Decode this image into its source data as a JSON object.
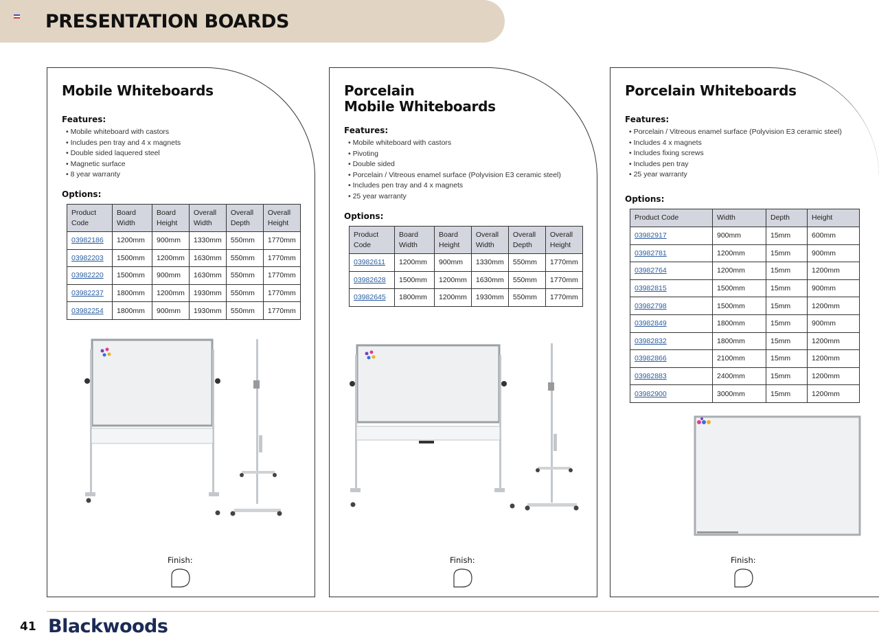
{
  "header": {
    "title": "PRESENTATION BOARDS"
  },
  "colors": {
    "header_band": "#e2d4c3",
    "table_header": "#d3d6de",
    "link": "#2a5d9f",
    "brand": "#1b2a55",
    "footer_rule": "#e9a87c"
  },
  "sections": [
    {
      "title_line1": "Mobile Whiteboards",
      "title_line2": "",
      "features_label": "Features:",
      "features": [
        "Mobile whiteboard with castors",
        "Includes pen tray and 4 x magnets",
        "Double sided laquered steel",
        "Magnetic surface",
        "8 year warranty"
      ],
      "options_label": "Options:",
      "columns": [
        [
          "Product",
          "Code"
        ],
        [
          "Board",
          "Width"
        ],
        [
          "Board",
          "Height"
        ],
        [
          "Overall",
          "Width"
        ],
        [
          "Overall",
          "Depth"
        ],
        [
          "Overall",
          "Height"
        ]
      ],
      "rows": [
        [
          "03982186",
          "1200mm",
          "900mm",
          "1330mm",
          "550mm",
          "1770mm"
        ],
        [
          "03982203",
          "1500mm",
          "1200mm",
          "1630mm",
          "550mm",
          "1770mm"
        ],
        [
          "03982220",
          "1500mm",
          "900mm",
          "1630mm",
          "550mm",
          "1770mm"
        ],
        [
          "03982237",
          "1800mm",
          "1200mm",
          "1930mm",
          "550mm",
          "1770mm"
        ],
        [
          "03982254",
          "1800mm",
          "900mm",
          "1930mm",
          "550mm",
          "1770mm"
        ]
      ],
      "image_icon": "mobile-whiteboard-icon",
      "finish_label": "Finish:"
    },
    {
      "title_line1": "Porcelain",
      "title_line2": "Mobile Whiteboards",
      "features_label": "Features:",
      "features": [
        "Mobile whiteboard with castors",
        "Pivoting",
        "Double sided",
        "Porcelain / Vitreous enamel surface (Polyvision E3 ceramic steel)",
        "Includes pen tray and 4 x magnets",
        "25 year warranty"
      ],
      "options_label": "Options:",
      "columns": [
        [
          "Product",
          "Code"
        ],
        [
          "Board",
          "Width"
        ],
        [
          "Board",
          "Height"
        ],
        [
          "Overall",
          "Width"
        ],
        [
          "Overall",
          "Depth"
        ],
        [
          "Overall",
          "Height"
        ]
      ],
      "rows": [
        [
          "03982611",
          "1200mm",
          "900mm",
          "1330mm",
          "550mm",
          "1770mm"
        ],
        [
          "03982628",
          "1500mm",
          "1200mm",
          "1630mm",
          "550mm",
          "1770mm"
        ],
        [
          "03982645",
          "1800mm",
          "1200mm",
          "1930mm",
          "550mm",
          "1770mm"
        ]
      ],
      "image_icon": "porcelain-mobile-whiteboard-icon",
      "finish_label": "Finish:"
    },
    {
      "title_line1": "Porcelain Whiteboards",
      "title_line2": "",
      "features_label": "Features:",
      "features": [
        "Porcelain / Vitreous enamel surface (Polyvision E3 ceramic steel)",
        "Includes 4 x magnets",
        "Includes fixing screws",
        "Includes pen tray",
        "25 year warranty"
      ],
      "options_label": "Options:",
      "columns": [
        [
          "Product Code"
        ],
        [
          "Width"
        ],
        [
          "Depth"
        ],
        [
          "Height"
        ]
      ],
      "rows": [
        [
          "03982917",
          "900mm",
          "15mm",
          "600mm"
        ],
        [
          "03982781",
          "1200mm",
          "15mm",
          "900mm"
        ],
        [
          "03982764",
          "1200mm",
          "15mm",
          "1200mm"
        ],
        [
          "03982815",
          "1500mm",
          "15mm",
          "900mm"
        ],
        [
          "03982798",
          "1500mm",
          "15mm",
          "1200mm"
        ],
        [
          "03982849",
          "1800mm",
          "15mm",
          "900mm"
        ],
        [
          "03982832",
          "1800mm",
          "15mm",
          "1200mm"
        ],
        [
          "03982866",
          "2100mm",
          "15mm",
          "1200mm"
        ],
        [
          "03982883",
          "2400mm",
          "15mm",
          "1200mm"
        ],
        [
          "03982900",
          "3000mm",
          "15mm",
          "1200mm"
        ]
      ],
      "image_icon": "porcelain-whiteboard-icon",
      "finish_label": "Finish:"
    }
  ],
  "footer": {
    "page_number": "41",
    "brand": "Blackwoods"
  }
}
